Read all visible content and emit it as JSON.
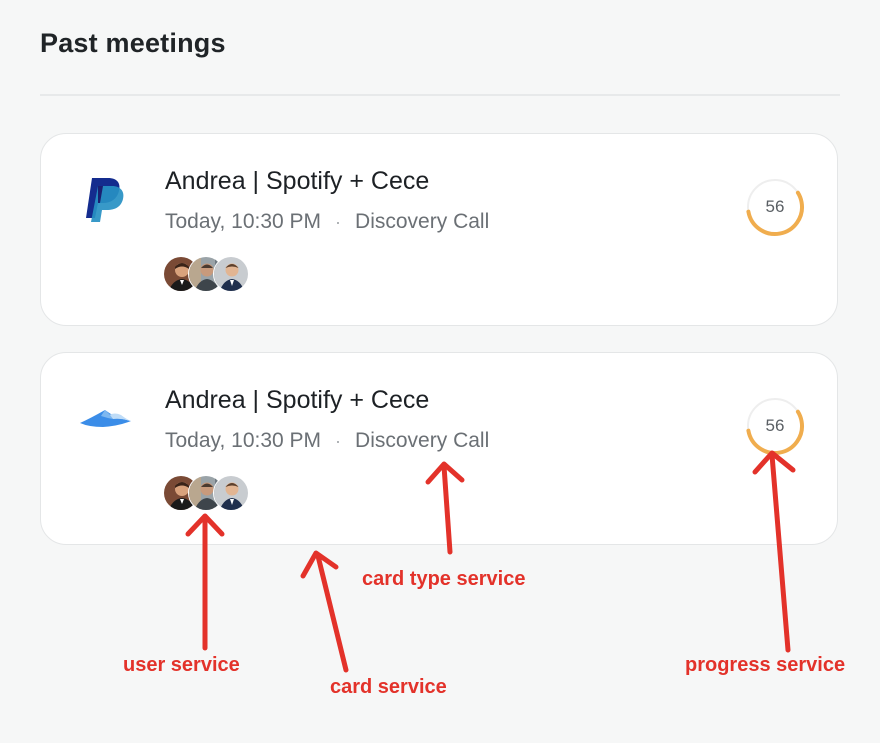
{
  "page": {
    "title": "Past meetings"
  },
  "meetings": [
    {
      "logo": "paypal-logo",
      "title": "Andrea | Spotify + Cece",
      "time": "Today, 10:30 PM",
      "separator": "·",
      "type": "Discovery Call",
      "attendees": [
        "avatar-man-dark-suit",
        "avatar-man-outdoor",
        "avatar-man-navy-suit"
      ],
      "score": "56",
      "score_fraction": 0.56
    },
    {
      "logo": "cloud-logo",
      "title": "Andrea | Spotify + Cece",
      "time": "Today, 10:30 PM",
      "separator": "·",
      "type": "Discovery Call",
      "attendees": [
        "avatar-man-dark-suit",
        "avatar-man-outdoor",
        "avatar-man-navy-suit"
      ],
      "score": "56",
      "score_fraction": 0.56
    }
  ],
  "annotations": {
    "card_type": "card type service",
    "user": "user service",
    "card": "card service",
    "progress": "progress service"
  },
  "colors": {
    "progress_arc": "#f0ad4e",
    "progress_track": "#eeeeee",
    "annotation": "#e3322a",
    "paypal_dark": "#142c8e",
    "paypal_light": "#2790c3",
    "cloud_blue": "#3b8de8"
  }
}
